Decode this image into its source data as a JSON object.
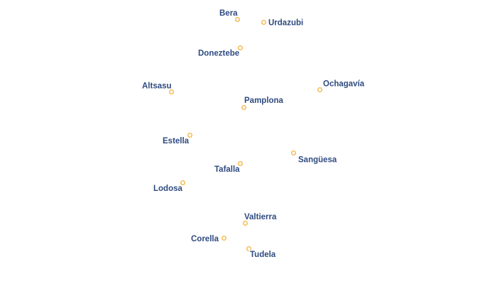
{
  "map": {
    "place_marker_color": "#f2b84b",
    "label_color": "#2f4a80",
    "label_halo_color": "#ffffff",
    "places": [
      {
        "id": "bera",
        "name": "Bera",
        "marker_icon": "circle-marker-icon"
      },
      {
        "id": "urdazubi",
        "name": "Urdazubi",
        "marker_icon": "circle-marker-icon"
      },
      {
        "id": "doneztebe",
        "name": "Doneztebe",
        "marker_icon": "circle-marker-icon"
      },
      {
        "id": "altsasu",
        "name": "Altsasu",
        "marker_icon": "circle-marker-icon"
      },
      {
        "id": "ochagavia",
        "name": "Ochagavía",
        "marker_icon": "circle-marker-icon"
      },
      {
        "id": "pamplona",
        "name": "Pamplona",
        "marker_icon": "circle-marker-icon"
      },
      {
        "id": "estella",
        "name": "Estella",
        "marker_icon": "circle-marker-icon"
      },
      {
        "id": "sanguesa",
        "name": "Sangüesa",
        "marker_icon": "circle-marker-icon"
      },
      {
        "id": "tafalla",
        "name": "Tafalla",
        "marker_icon": "circle-marker-icon"
      },
      {
        "id": "lodosa",
        "name": "Lodosa",
        "marker_icon": "circle-marker-icon"
      },
      {
        "id": "valtierra",
        "name": "Valtierra",
        "marker_icon": "circle-marker-icon"
      },
      {
        "id": "corella",
        "name": "Corella",
        "marker_icon": "circle-marker-icon"
      },
      {
        "id": "tudela",
        "name": "Tudela",
        "marker_icon": "circle-marker-icon"
      }
    ]
  }
}
